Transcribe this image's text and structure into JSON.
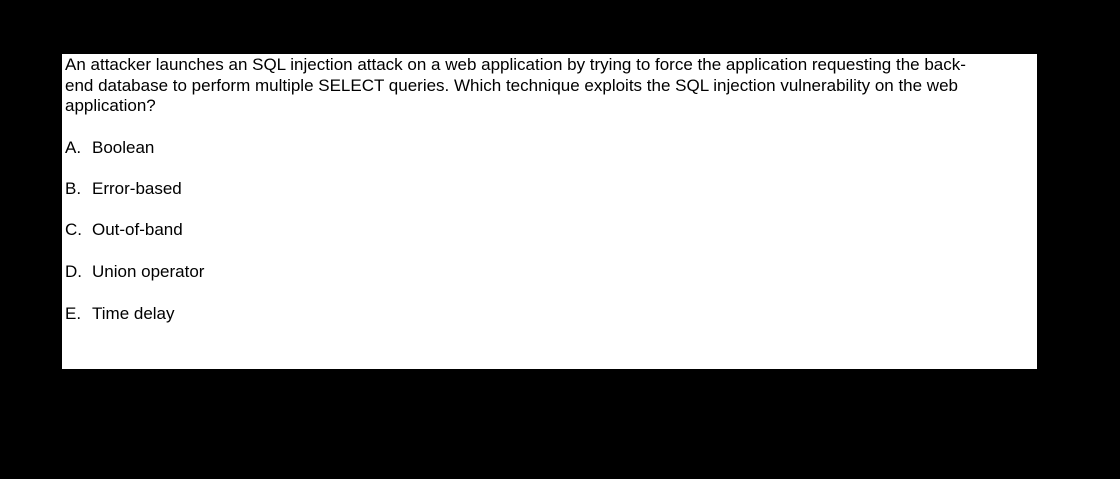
{
  "question": {
    "text": "An attacker launches an SQL injection attack on a web application by trying to force the application requesting the back-end database to perform multiple SELECT queries. Which technique exploits the SQL injection vulnerability on the web application?"
  },
  "options": [
    {
      "letter": "A.",
      "text": "Boolean"
    },
    {
      "letter": "B.",
      "text": "Error-based"
    },
    {
      "letter": "C.",
      "text": "Out-of-band"
    },
    {
      "letter": "D.",
      "text": "Union operator"
    },
    {
      "letter": "E.",
      "text": "Time delay"
    }
  ]
}
